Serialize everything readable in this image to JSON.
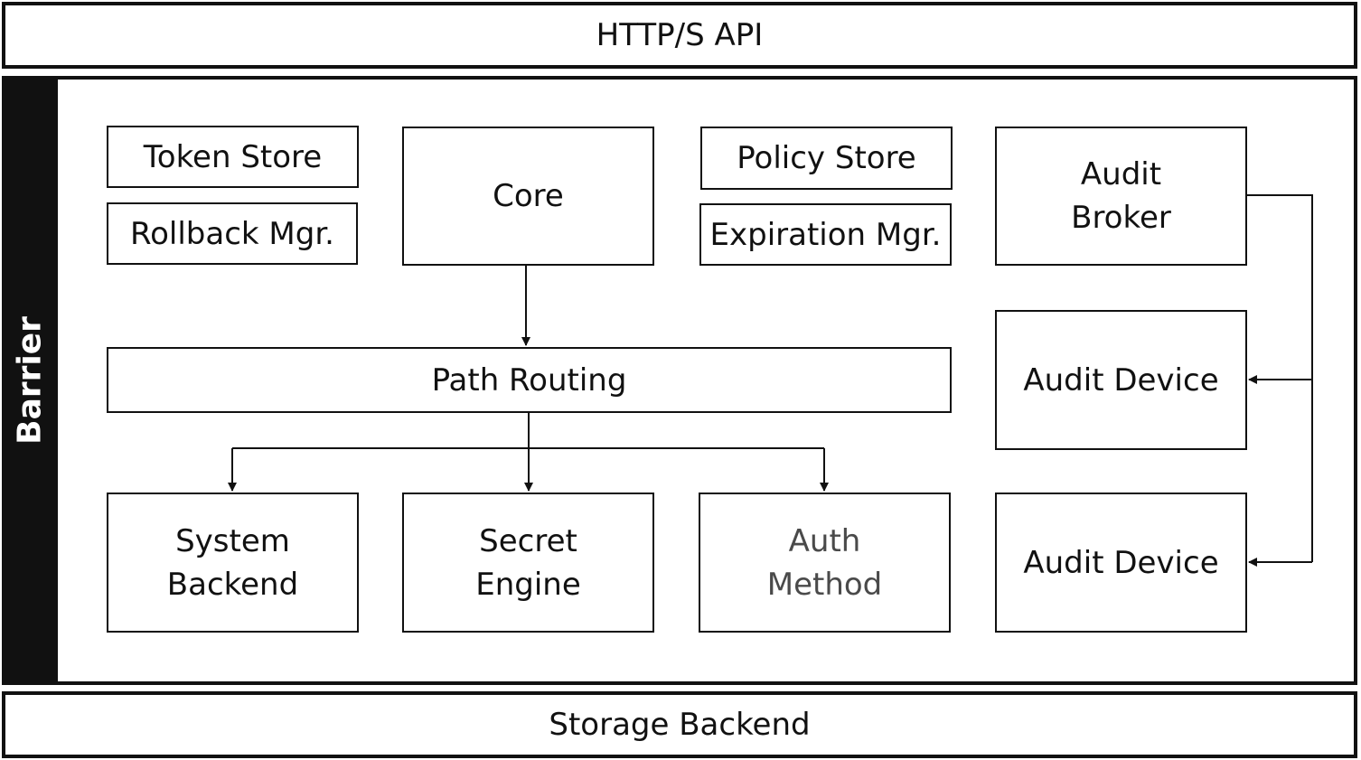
{
  "top_layer": {
    "label": "HTTP/S API"
  },
  "barrier": {
    "label": "Barrier"
  },
  "bottom_layer": {
    "label": "Storage Backend"
  },
  "components": {
    "token_store": "Token Store",
    "rollback_mgr": "Rollback Mgr.",
    "core": "Core",
    "policy_store": "Policy Store",
    "expiration_mgr": "Expiration Mgr.",
    "audit_broker": "Audit\nBroker",
    "path_routing": "Path Routing",
    "system_backend": "System\nBackend",
    "secret_engine": "Secret\nEngine",
    "auth_method": "Auth\nMethod",
    "audit_device_1": "Audit Device",
    "audit_device_2": "Audit Device"
  }
}
